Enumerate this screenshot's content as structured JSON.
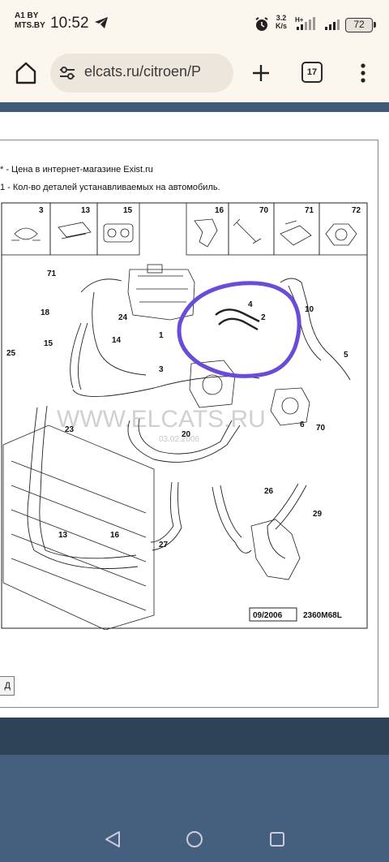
{
  "status_bar": {
    "carrier_line1": "A1 BY",
    "carrier_line2": "MTS.BY",
    "time": "10:52",
    "net_speed_value": "3.2",
    "net_speed_unit": "K/s",
    "network_type": "H+",
    "battery": "72"
  },
  "browser": {
    "url": "elcats.ru/citroen/P",
    "tab_count": "17"
  },
  "page": {
    "legend": [
      "* - Цена в интернет-магазине Exist.ru",
      "1 - Кол-во деталей устанавливаемых на автомобиль."
    ],
    "button_label": "Д",
    "diagram": {
      "watermark": "WWW.ELCATS.RU",
      "watermark_small": "03.02.2006",
      "date_box": "09/2006",
      "ref_code": "2360M68L",
      "top_parts": [
        "3",
        "13",
        "15",
        "16",
        "70",
        "71",
        "72"
      ],
      "labels": [
        "71",
        "18",
        "24",
        "15",
        "14",
        "25",
        "1",
        "3",
        "4",
        "2",
        "10",
        "5",
        "6",
        "70",
        "23",
        "20",
        "26",
        "29",
        "13",
        "16",
        "27"
      ]
    }
  },
  "colors": {
    "highlight_circle": "#6a4cd6",
    "header_blue": "#3e5a78",
    "footer_blue": "#44607e"
  }
}
